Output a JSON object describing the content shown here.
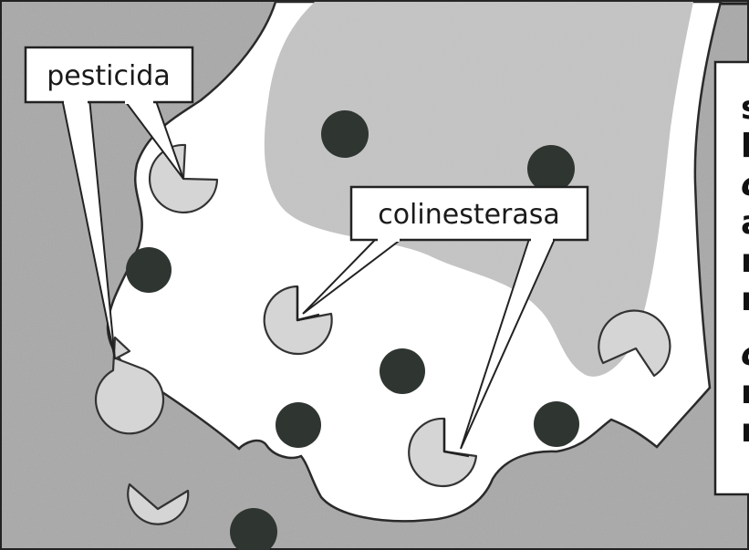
{
  "labels": {
    "pesticide": "pesticida",
    "enzyme": "colinesterasa"
  },
  "side_panel": {
    "fragments": [
      "s",
      "l",
      "c",
      "a",
      "r",
      "r",
      "c",
      "r",
      "r"
    ]
  },
  "colors": {
    "background_grain": "#a9a9a9",
    "cell_body": "#ffffff",
    "inner_region": "#c4c4c4",
    "molecule_dark": "#2f3530",
    "enzyme_fill": "#d5d5d5",
    "outline": "#333333"
  }
}
